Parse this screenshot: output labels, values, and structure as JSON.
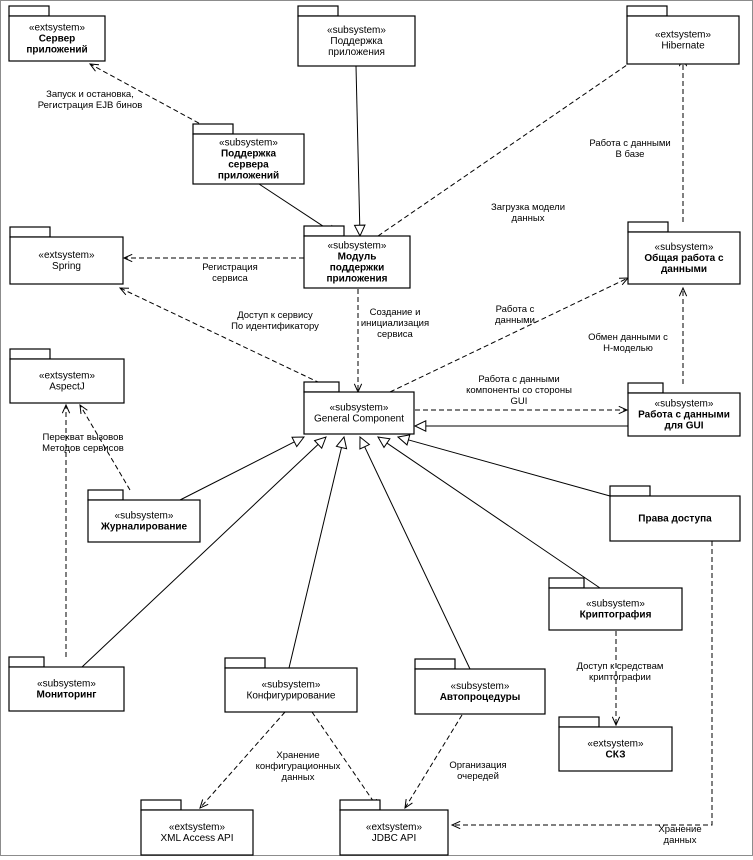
{
  "packages": [
    {
      "id": "server",
      "stereotype": "«extsystem»",
      "lines": [
        "Сервер",
        "приложений"
      ],
      "bold": true
    },
    {
      "id": "support",
      "stereotype": "«subsystem»",
      "lines": [
        "Поддержка",
        "приложения"
      ],
      "bold": false
    },
    {
      "id": "hibernate",
      "stereotype": "«extsystem»",
      "lines": [
        "Hibernate"
      ],
      "bold": false
    },
    {
      "id": "server_support",
      "stereotype": "«subsystem»",
      "lines": [
        "Поддержка",
        "сервера",
        "приложений"
      ],
      "bold": true
    },
    {
      "id": "spring",
      "stereotype": "«extsystem»",
      "lines": [
        "Spring"
      ],
      "bold": false
    },
    {
      "id": "app_module",
      "stereotype": "«subsystem»",
      "lines": [
        "Модуль",
        "поддержки",
        "приложения"
      ],
      "bold": true
    },
    {
      "id": "common_data",
      "stereotype": "«subsystem»",
      "lines": [
        "Общая работа с",
        "данными"
      ],
      "bold": true
    },
    {
      "id": "aspectj",
      "stereotype": "«extsystem»",
      "lines": [
        "AspectJ"
      ],
      "bold": false
    },
    {
      "id": "general",
      "stereotype": "«subsystem»",
      "lines": [
        "General Component"
      ],
      "bold": false
    },
    {
      "id": "gui_data",
      "stereotype": "«subsystem»",
      "lines": [
        "Работа с данными",
        "для GUI"
      ],
      "bold": true
    },
    {
      "id": "logging",
      "stereotype": "«subsystem»",
      "lines": [
        "Журналирование"
      ],
      "bold": true
    },
    {
      "id": "access",
      "stereotype": "",
      "lines": [
        "Права доступа"
      ],
      "bold": true
    },
    {
      "id": "crypto",
      "stereotype": "«subsystem»",
      "lines": [
        "Криптография"
      ],
      "bold": true
    },
    {
      "id": "monitoring",
      "stereotype": "«subsystem»",
      "lines": [
        "Мониторинг"
      ],
      "bold": true
    },
    {
      "id": "config",
      "stereotype": "«subsystem»",
      "lines": [
        "Конфигурирование"
      ],
      "bold": false
    },
    {
      "id": "autoproc",
      "stereotype": "«subsystem»",
      "lines": [
        "Автопроцедуры"
      ],
      "bold": true
    },
    {
      "id": "skz",
      "stereotype": "«extsystem»",
      "lines": [
        "СКЗ"
      ],
      "bold": true
    },
    {
      "id": "xml_api",
      "stereotype": "«extsystem»",
      "lines": [
        "XML Access API"
      ],
      "bold": false
    },
    {
      "id": "jdbc_api",
      "stereotype": "«extsystem»",
      "lines": [
        "JDBC API"
      ],
      "bold": false
    }
  ],
  "labels": [
    {
      "id": "start_stop",
      "lines": [
        "Запуск и остановка,",
        "Регистрация EJB бинов"
      ]
    },
    {
      "id": "db_work",
      "lines": [
        "Работа с данными",
        "В базе"
      ]
    },
    {
      "id": "load_model",
      "lines": [
        "Загрузка модели",
        "данных"
      ]
    },
    {
      "id": "reg_service",
      "lines": [
        "Регистрация",
        "сервиса"
      ]
    },
    {
      "id": "access_service",
      "lines": [
        "Доступ к сервису",
        "По идентификатору"
      ]
    },
    {
      "id": "create_init",
      "lines": [
        "Создание и",
        "инициализация",
        "сервиса"
      ]
    },
    {
      "id": "data_work",
      "lines": [
        "Работа с",
        "данными"
      ]
    },
    {
      "id": "exchange",
      "lines": [
        "Обмен данными с",
        "Н-моделью"
      ]
    },
    {
      "id": "gui_side",
      "lines": [
        "Работа с данными",
        "компоненты со стороны",
        "GUI"
      ]
    },
    {
      "id": "intercept",
      "lines": [
        "Перехват вызовов",
        "Методов сервисов"
      ]
    },
    {
      "id": "crypto_access",
      "lines": [
        "Доступ к средствам",
        "криптографии"
      ]
    },
    {
      "id": "config_store",
      "lines": [
        "Хранение",
        "конфигурационных",
        "данных"
      ]
    },
    {
      "id": "queues",
      "lines": [
        "Организация",
        "очередей"
      ]
    },
    {
      "id": "data_store",
      "lines": [
        "Хранение",
        "данных"
      ]
    }
  ]
}
